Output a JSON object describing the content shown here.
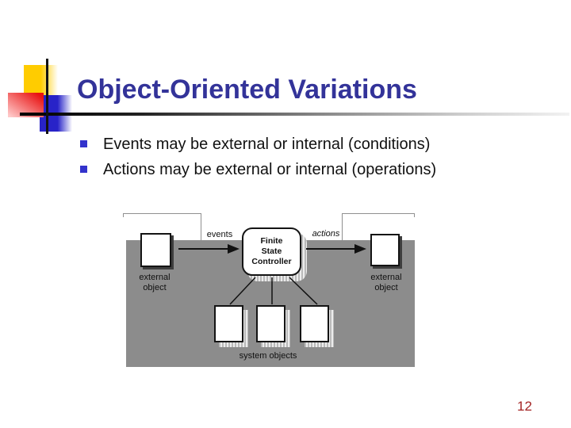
{
  "slide": {
    "title": "Object-Oriented Variations",
    "bullets": [
      "Events may be external or internal (conditions)",
      "Actions may be external or internal (operations)"
    ],
    "page_number": "12"
  },
  "diagram": {
    "events_label": "events",
    "actions_label": "actions",
    "controller_lines": [
      "Finite",
      "State",
      "Controller"
    ],
    "external_object_lines": [
      "external",
      "object"
    ],
    "system_objects_label": "system objects"
  },
  "colors": {
    "title_text": "#333399",
    "bullet_marker": "#3333cc",
    "page_number": "#a32424",
    "diagram_gray": "#8c8c8c",
    "logo_yellow": "#ffcc00",
    "logo_red": "#e81111",
    "logo_blue": "#2823c8",
    "rule_gradient_start": "#000000",
    "rule_gradient_end": "#f2f2f2"
  }
}
